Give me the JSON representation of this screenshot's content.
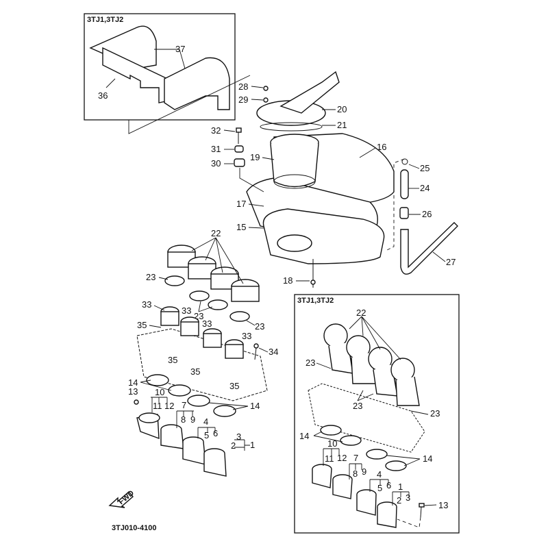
{
  "diagram": {
    "catalog_code": "3TJ010-4100",
    "fwd_marker": "FWD",
    "inset_top": {
      "variant_label": "3TJ1,3TJ2",
      "callouts": [
        "36",
        "37"
      ]
    },
    "inset_bottom": {
      "variant_label": "3TJ1,3TJ2",
      "callouts": [
        "22",
        "23",
        "23",
        "23",
        "14",
        "14",
        "10",
        "11",
        "12",
        "7",
        "8",
        "9",
        "4",
        "5",
        "6",
        "1",
        "2",
        "3",
        "13"
      ]
    },
    "callouts": {
      "c1": "1",
      "c2": "2",
      "c3": "3",
      "c4": "4",
      "c5": "5",
      "c6": "6",
      "c7": "7",
      "c8": "8",
      "c9": "9",
      "c10": "10",
      "c11": "11",
      "c12": "12",
      "c13": "13",
      "c14": "14",
      "c15": "15",
      "c16": "16",
      "c17": "17",
      "c18": "18",
      "c19": "19",
      "c20": "20",
      "c21": "21",
      "c22": "22",
      "c23": "23",
      "c24": "24",
      "c25": "25",
      "c26": "26",
      "c27": "27",
      "c28": "28",
      "c29": "29",
      "c30": "30",
      "c31": "31",
      "c32": "32",
      "c33": "33",
      "c34": "34",
      "c35": "35",
      "c36": "36",
      "c37": "37"
    }
  }
}
